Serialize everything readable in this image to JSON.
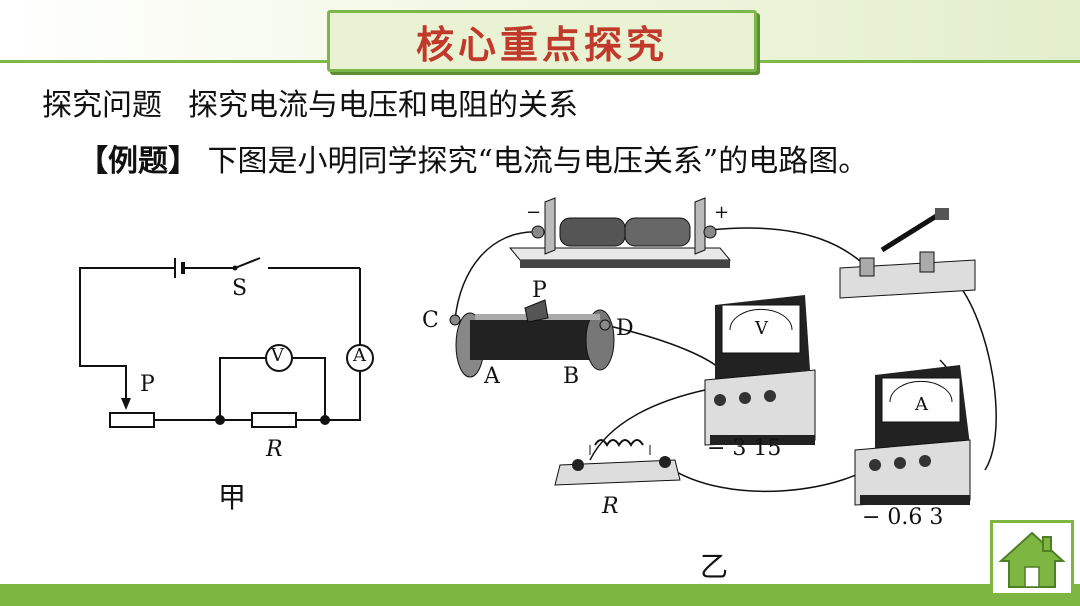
{
  "header": {
    "title": "核心重点探究"
  },
  "content": {
    "topic_label": "探究问题",
    "topic": "探究电流与电压和电阻的关系",
    "example_label": "【例题】",
    "example_text": "下图是小明同学探究“电流与电压关系”的电路图。"
  },
  "diagram_jia": {
    "switch_label": "S",
    "slider_label": "P",
    "voltmeter_label": "V",
    "ammeter_label": "A",
    "resistor_label": "R",
    "caption": "甲"
  },
  "diagram_yi": {
    "battery_minus": "−",
    "battery_plus": "+",
    "rheostat_c": "C",
    "rheostat_d": "D",
    "rheostat_a": "A",
    "rheostat_b": "B",
    "rheostat_p": "P",
    "voltmeter_label": "V",
    "voltmeter_terminals": "− 3 15",
    "ammeter_label": "A",
    "ammeter_terminals": "− 0.6 3",
    "resistor_label": "R",
    "caption": "乙"
  },
  "nav": {
    "home_icon": "home-icon"
  },
  "colors": {
    "title": "#c0392b",
    "accent": "#7db742"
  }
}
